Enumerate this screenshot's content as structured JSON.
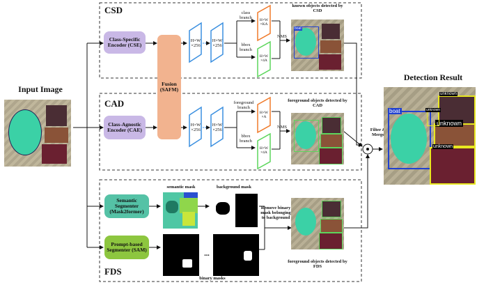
{
  "input_label": "Input Image",
  "output_label": "Detection Result",
  "csd": {
    "title": "CSD",
    "encoder": "Class-Specific Encoder (CSE)",
    "feat1": "H×W ×256",
    "feat2": "H×W ×256",
    "class_branch": "class branch",
    "bbox_branch": "bbox branch",
    "class_out": "H×W ×KA",
    "bbox_out": "H×W ×4A",
    "nms": "NMS",
    "result_caption": "known objects detected by CSD"
  },
  "fusion": "Fusion (SAFM)",
  "cad": {
    "title": "CAD",
    "encoder": "Class-Agnostic Encoder (CAE)",
    "feat1": "H×W ×256",
    "feat2": "H×W ×256",
    "fg_branch": "foreground branch",
    "bbox_branch": "bbox branch",
    "fg_out": "H×W ×A",
    "bbox_out": "H×W ×4A",
    "nms": "NMS",
    "result_caption": "foreground objects detected by CAD"
  },
  "fds": {
    "title": "FDS",
    "semantic": "Semantic Segmenter (Mask2former)",
    "prompt": "Prompt-based Segmenter (SAM)",
    "semantic_mask": "semantic mask",
    "background_mask": "background mask",
    "binary_masks": "binary masks",
    "ellipsis": "...",
    "remove_text": "Remove binary mask belonging to background",
    "result_caption": "foreground objects detected by FDS"
  },
  "merge": {
    "label": "Filter & Merge",
    "symbol": "⊙"
  },
  "tags": {
    "boat_small": "boat",
    "boat": "boat",
    "unknown": "unknown"
  },
  "colors": {
    "encoder": "#c9b8e6",
    "fusion": "#f2b38f",
    "segmenter": "#55c2a6",
    "sam": "#8dc63f",
    "feature_blue": "#3a8fe0",
    "class_orange": "#f07a2a",
    "bbox_green": "#5cd65c",
    "unknown_yellow": "#e8e820",
    "boat_blue": "#2040d0"
  }
}
